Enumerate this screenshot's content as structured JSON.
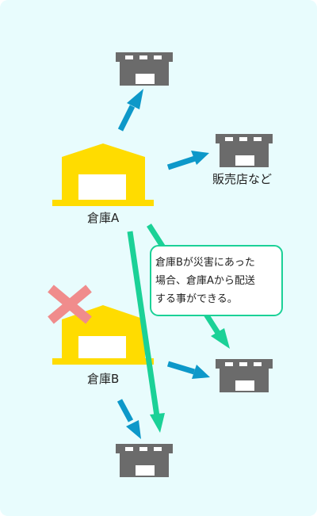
{
  "labels": {
    "warehouse_a": "倉庫A",
    "warehouse_b": "倉庫B",
    "retail": "販売店など"
  },
  "callout": {
    "lines": [
      "倉庫Bが災害にあった",
      "場合、倉庫Aから配送",
      "する事ができる。"
    ]
  },
  "colors": {
    "background": "#e8fcfd",
    "warehouse": "#ffdc00",
    "store": "#6b6b6b",
    "arrow_normal": "#0d98c9",
    "arrow_emergency": "#1bd197",
    "cross": "#f08c8c"
  }
}
